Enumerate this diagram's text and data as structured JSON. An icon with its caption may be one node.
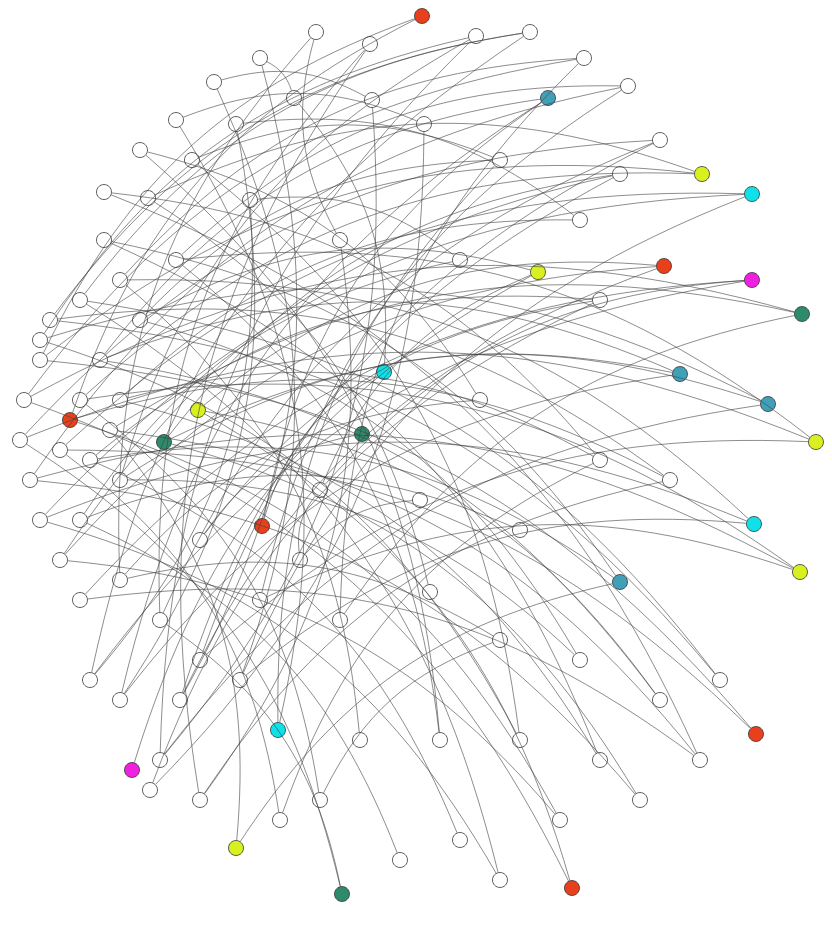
{
  "diagram": {
    "nodes": [
      {
        "text": [],
        "shape": "circle"
      },
      {
        "text": [],
        "shape": "circle"
      },
      {
        "text": [],
        "shape": "circle"
      },
      {
        "text": [],
        "shape": "circle"
      },
      {
        "text": [],
        "shape": "circle"
      },
      {
        "text": [],
        "shape": "circle"
      },
      {
        "text": [],
        "shape": "circle"
      },
      {
        "text": [],
        "shape": "circle"
      },
      {
        "text": [],
        "shape": "circle"
      },
      {
        "text": [],
        "shape": "circle"
      },
      {
        "text": [],
        "shape": "circle"
      },
      {
        "text": [],
        "shape": "circle"
      },
      {
        "text": [],
        "shape": "circle"
      },
      {
        "text": [],
        "shape": "circle"
      },
      {
        "text": [],
        "shape": "circle"
      },
      {
        "text": [],
        "shape": "circle"
      },
      {
        "text": [],
        "shape": "circle"
      },
      {
        "text": [],
        "shape": "circle"
      },
      {
        "text": [],
        "shape": "circle"
      },
      {
        "text": [],
        "shape": "circle"
      },
      {
        "text": [],
        "shape": "circle"
      },
      {
        "text": [],
        "shape": "circle"
      },
      {
        "text": [],
        "shape": "circle"
      },
      {
        "text": [],
        "shape": "circle"
      },
      {
        "text": [],
        "shape": "circle"
      },
      {
        "text": [],
        "shape": "circle"
      },
      {
        "text": [],
        "shape": "circle"
      },
      {
        "text": [],
        "shape": "circle"
      },
      {
        "text": [],
        "shape": "circle"
      },
      {
        "text": [],
        "shape": "circle"
      },
      {
        "text": [],
        "shape": "circle"
      },
      {
        "text": [],
        "shape": "circle"
      },
      {
        "text": [],
        "shape": "circle"
      },
      {
        "text": [],
        "shape": "circle"
      },
      {
        "text": [],
        "shape": "circle"
      },
      {
        "text": [],
        "shape": "circle"
      },
      {
        "text": [],
        "shape": "circle"
      },
      {
        "text": [],
        "shape": "circle"
      },
      {
        "text": [],
        "shape": "circle"
      },
      {
        "text": [],
        "shape": "circle"
      },
      {
        "text": [],
        "shape": "circle"
      },
      {
        "text": [],
        "shape": "circle"
      },
      {
        "text": [],
        "shape": "circle"
      },
      {
        "text": [],
        "shape": "circle"
      },
      {
        "text": [],
        "shape": "circle"
      },
      {
        "text": [],
        "shape": "circle"
      },
      {
        "text": [],
        "shape": "circle"
      },
      {
        "text": [],
        "shape": "circle"
      },
      {
        "text": [],
        "shape": "circle"
      },
      {
        "text": [],
        "shape": "circle"
      },
      {
        "text": [],
        "shape": "circle"
      },
      {
        "text": [],
        "shape": "circle"
      },
      {
        "text": [],
        "shape": "circle"
      },
      {
        "text": [],
        "shape": "circle"
      },
      {
        "text": [],
        "shape": "circle"
      },
      {
        "text": [],
        "shape": "circle"
      },
      {
        "text": [],
        "shape": "circle"
      },
      {
        "text": [],
        "shape": "circle"
      },
      {
        "text": [],
        "shape": "circle"
      },
      {
        "text": [],
        "shape": "circle"
      },
      {
        "text": [],
        "shape": "circle"
      },
      {
        "text": [],
        "shape": "circle"
      },
      {
        "text": [],
        "shape": "circle"
      },
      {
        "text": [],
        "shape": "circle"
      },
      {
        "text": [],
        "shape": "circle"
      },
      {
        "text": [],
        "shape": "circle"
      },
      {
        "text": [],
        "shape": "circle"
      },
      {
        "text": [],
        "shape": "circle"
      },
      {
        "text": [],
        "shape": "circle"
      },
      {
        "text": [],
        "shape": "circle"
      },
      {
        "text": [],
        "shape": "circle"
      },
      {
        "text": [],
        "shape": "circle"
      },
      {
        "text": [],
        "shape": "circle"
      },
      {
        "text": [],
        "shape": "circle"
      },
      {
        "text": [],
        "shape": "circle"
      },
      {
        "text": [],
        "shape": "circle"
      },
      {
        "text": [],
        "shape": "circle"
      },
      {
        "text": [],
        "shape": "circle"
      },
      {
        "text": [],
        "shape": "circle"
      },
      {
        "text": [],
        "shape": "circle"
      },
      {
        "text": [],
        "shape": "circle"
      },
      {
        "text": [],
        "shape": "circle"
      },
      {
        "text": [],
        "shape": "circle"
      },
      {
        "text": [],
        "shape": "circle"
      },
      {
        "text": [],
        "shape": "circle"
      },
      {
        "text": [],
        "shape": "circle"
      },
      {
        "text": [],
        "shape": "circle"
      },
      {
        "text": [],
        "shape": "circle"
      },
      {
        "text": [],
        "shape": "circle"
      },
      {
        "text": [],
        "shape": "circle"
      },
      {
        "text": [],
        "shape": "circle"
      },
      {
        "text": [],
        "shape": "circle"
      },
      {
        "text": [],
        "shape": "circle"
      },
      {
        "text": [],
        "shape": "circle"
      },
      {
        "text": [],
        "shape": "circle"
      },
      {
        "text": [],
        "shape": "circle"
      },
      {
        "text": [],
        "shape": "circle"
      },
      {
        "text": [],
        "shape": "circle"
      },
      {
        "text": [],
        "shape": "circle"
      },
      {
        "text": [],
        "shape": "circle"
      },
      {
        "text": [],
        "shape": "circle"
      },
      {
        "text": [],
        "shape": "circle"
      },
      {
        "text": [],
        "shape": "circle"
      },
      {
        "text": [],
        "shape": "circle"
      },
      {
        "text": [],
        "shape": "circle"
      },
      {
        "text": [],
        "shape": "circle"
      },
      {
        "text": [],
        "shape": "circle"
      },
      {
        "text": [],
        "shape": "circle"
      },
      {
        "text": [],
        "shape": "circle"
      },
      {
        "text": [],
        "shape": "circle"
      }
    ],
    "edges": [
      {
        "from": 57,
        "to": 2,
        "arrow": "none"
      },
      {
        "from": 57,
        "to": 14,
        "arrow": "none"
      },
      {
        "from": 57,
        "to": 81,
        "arrow": "none"
      },
      {
        "from": 58,
        "to": 5,
        "arrow": "none"
      },
      {
        "from": 58,
        "to": 29,
        "arrow": "none"
      },
      {
        "from": 58,
        "to": 85,
        "arrow": "none"
      },
      {
        "from": 59,
        "to": 13,
        "arrow": "none"
      },
      {
        "from": 59,
        "to": 39,
        "arrow": "none"
      },
      {
        "from": 59,
        "to": 89,
        "arrow": "none"
      },
      {
        "from": 60,
        "to": 7,
        "arrow": "none"
      },
      {
        "from": 60,
        "to": 49,
        "arrow": "none"
      },
      {
        "from": 60,
        "to": 83,
        "arrow": "none"
      },
      {
        "from": 61,
        "to": 15,
        "arrow": "none"
      },
      {
        "from": 61,
        "to": 48,
        "arrow": "none"
      },
      {
        "from": 61,
        "to": 86,
        "arrow": "none"
      },
      {
        "from": 62,
        "to": 16,
        "arrow": "none"
      },
      {
        "from": 62,
        "to": 27,
        "arrow": "none"
      },
      {
        "from": 62,
        "to": 84,
        "arrow": "none"
      },
      {
        "from": 63,
        "to": 28,
        "arrow": "none"
      },
      {
        "from": 63,
        "to": 82,
        "arrow": "none"
      },
      {
        "from": 64,
        "to": 3,
        "arrow": "none"
      },
      {
        "from": 64,
        "to": 38,
        "arrow": "none"
      },
      {
        "from": 64,
        "to": 102,
        "arrow": "none"
      },
      {
        "from": 65,
        "to": 4,
        "arrow": "none"
      },
      {
        "from": 65,
        "to": 47,
        "arrow": "none"
      },
      {
        "from": 65,
        "to": 80,
        "arrow": "none"
      },
      {
        "from": 66,
        "to": 6,
        "arrow": "none"
      },
      {
        "from": 66,
        "to": 37,
        "arrow": "none"
      },
      {
        "from": 66,
        "to": 79,
        "arrow": "none"
      },
      {
        "from": 67,
        "to": 17,
        "arrow": "none"
      },
      {
        "from": 67,
        "to": 26,
        "arrow": "none"
      },
      {
        "from": 67,
        "to": 78,
        "arrow": "none"
      },
      {
        "from": 68,
        "to": 25,
        "arrow": "none"
      },
      {
        "from": 68,
        "to": 46,
        "arrow": "none"
      },
      {
        "from": 68,
        "to": 103,
        "arrow": "none"
      },
      {
        "from": 69,
        "to": 30,
        "arrow": "none"
      },
      {
        "from": 69,
        "to": 50,
        "arrow": "none"
      },
      {
        "from": 69,
        "to": 87,
        "arrow": "none"
      },
      {
        "from": 70,
        "to": 31,
        "arrow": "none"
      },
      {
        "from": 70,
        "to": 51,
        "arrow": "none"
      },
      {
        "from": 70,
        "to": 88,
        "arrow": "none"
      },
      {
        "from": 71,
        "to": 45,
        "arrow": "none"
      },
      {
        "from": 71,
        "to": 77,
        "arrow": "none"
      },
      {
        "from": 71,
        "to": 0,
        "arrow": "none"
      },
      {
        "from": 72,
        "to": 1,
        "arrow": "none"
      },
      {
        "from": 72,
        "to": 13,
        "arrow": "none"
      },
      {
        "from": 72,
        "to": 89,
        "arrow": "none"
      },
      {
        "from": 107,
        "to": 14,
        "arrow": "none"
      },
      {
        "from": 107,
        "to": 49,
        "arrow": "none"
      },
      {
        "from": 107,
        "to": 90,
        "arrow": "none"
      },
      {
        "from": 108,
        "to": 15,
        "arrow": "none"
      },
      {
        "from": 108,
        "to": 81,
        "arrow": "none"
      },
      {
        "from": 108,
        "to": 91,
        "arrow": "none"
      },
      {
        "from": 109,
        "to": 29,
        "arrow": "none"
      },
      {
        "from": 109,
        "to": 82,
        "arrow": "none"
      },
      {
        "from": 109,
        "to": 92,
        "arrow": "none"
      },
      {
        "from": 34,
        "to": 7,
        "arrow": "none"
      },
      {
        "from": 34,
        "to": 39,
        "arrow": "none"
      },
      {
        "from": 34,
        "to": 101,
        "arrow": "none"
      },
      {
        "from": 35,
        "to": 5,
        "arrow": "none"
      },
      {
        "from": 35,
        "to": 48,
        "arrow": "none"
      },
      {
        "from": 35,
        "to": 100,
        "arrow": "none"
      },
      {
        "from": 36,
        "to": 4,
        "arrow": "none"
      },
      {
        "from": 36,
        "to": 80,
        "arrow": "none"
      },
      {
        "from": 36,
        "to": 86,
        "arrow": "none"
      },
      {
        "from": 42,
        "to": 27,
        "arrow": "none"
      },
      {
        "from": 42,
        "to": 79,
        "arrow": "none"
      },
      {
        "from": 42,
        "to": 85,
        "arrow": "none"
      },
      {
        "from": 43,
        "to": 16,
        "arrow": "none"
      },
      {
        "from": 43,
        "to": 38,
        "arrow": "none"
      },
      {
        "from": 43,
        "to": 83,
        "arrow": "none"
      },
      {
        "from": 44,
        "to": 2,
        "arrow": "none"
      },
      {
        "from": 44,
        "to": 47,
        "arrow": "none"
      },
      {
        "from": 44,
        "to": 84,
        "arrow": "none"
      },
      {
        "from": 53,
        "to": 28,
        "arrow": "none"
      },
      {
        "from": 53,
        "to": 26,
        "arrow": "none"
      },
      {
        "from": 54,
        "to": 40,
        "arrow": "none"
      },
      {
        "from": 54,
        "to": 6,
        "arrow": "none"
      },
      {
        "from": 55,
        "to": 41,
        "arrow": "none"
      },
      {
        "from": 55,
        "to": 30,
        "arrow": "none"
      },
      {
        "from": 56,
        "to": 37,
        "arrow": "none"
      },
      {
        "from": 56,
        "to": 78,
        "arrow": "none"
      },
      {
        "from": 56,
        "to": 3,
        "arrow": "none"
      },
      {
        "from": 12,
        "to": 46,
        "arrow": "none"
      },
      {
        "from": 12,
        "to": 82,
        "arrow": "none"
      },
      {
        "from": 24,
        "to": 50,
        "arrow": "none"
      },
      {
        "from": 24,
        "to": 103,
        "arrow": "none"
      },
      {
        "from": 23,
        "to": 76,
        "arrow": "none"
      },
      {
        "from": 23,
        "to": 14,
        "arrow": "none"
      },
      {
        "from": 22,
        "to": 17,
        "arrow": "none"
      },
      {
        "from": 22,
        "to": 102,
        "arrow": "none"
      },
      {
        "from": 11,
        "to": 45,
        "arrow": "none"
      },
      {
        "from": 11,
        "to": 101,
        "arrow": "none"
      },
      {
        "from": 10,
        "to": 18,
        "arrow": "none"
      },
      {
        "from": 10,
        "to": 99,
        "arrow": "none"
      },
      {
        "from": 9,
        "to": 19,
        "arrow": "none"
      },
      {
        "from": 9,
        "to": 104,
        "arrow": "none"
      },
      {
        "from": 8,
        "to": 20,
        "arrow": "none"
      },
      {
        "from": 8,
        "to": 105,
        "arrow": "none"
      },
      {
        "from": 21,
        "to": 25,
        "arrow": "none"
      },
      {
        "from": 21,
        "to": 97,
        "arrow": "none"
      },
      {
        "from": 33,
        "to": 31,
        "arrow": "none"
      },
      {
        "from": 33,
        "to": 98,
        "arrow": "none"
      },
      {
        "from": 32,
        "to": 0,
        "arrow": "none"
      },
      {
        "from": 32,
        "to": 93,
        "arrow": "none"
      },
      {
        "from": 20,
        "to": 40,
        "arrow": "none"
      },
      {
        "from": 19,
        "to": 94,
        "arrow": "none"
      },
      {
        "from": 18,
        "to": 96,
        "arrow": "none"
      },
      {
        "from": 73,
        "to": 13,
        "arrow": "none"
      },
      {
        "from": 73,
        "to": 39,
        "arrow": "none"
      },
      {
        "from": 74,
        "to": 7,
        "arrow": "none"
      },
      {
        "from": 74,
        "to": 49,
        "arrow": "none"
      },
      {
        "from": 75,
        "to": 5,
        "arrow": "none"
      },
      {
        "from": 75,
        "to": 29,
        "arrow": "none"
      },
      {
        "from": 104,
        "to": 15,
        "arrow": "none"
      },
      {
        "from": 104,
        "to": 48,
        "arrow": "none"
      },
      {
        "from": 105,
        "to": 16,
        "arrow": "none"
      },
      {
        "from": 105,
        "to": 27,
        "arrow": "none"
      },
      {
        "from": 97,
        "to": 6,
        "arrow": "none"
      },
      {
        "from": 97,
        "to": 37,
        "arrow": "none"
      },
      {
        "from": 98,
        "to": 4,
        "arrow": "none"
      },
      {
        "from": 98,
        "to": 28,
        "arrow": "none"
      },
      {
        "from": 94,
        "to": 3,
        "arrow": "none"
      },
      {
        "from": 94,
        "to": 38,
        "arrow": "none"
      },
      {
        "from": 93,
        "to": 1,
        "arrow": "none"
      },
      {
        "from": 93,
        "to": 47,
        "arrow": "none"
      },
      {
        "from": 106,
        "to": 52,
        "arrow": "none"
      },
      {
        "from": 106,
        "to": 53,
        "arrow": "none"
      },
      {
        "from": 99,
        "to": 17,
        "arrow": "none"
      },
      {
        "from": 95,
        "to": 26,
        "arrow": "none"
      },
      {
        "from": 96,
        "to": 30,
        "arrow": "none"
      },
      {
        "from": 92,
        "to": 50,
        "arrow": "none"
      },
      {
        "from": 90,
        "to": 77,
        "arrow": "none"
      },
      {
        "from": 91,
        "to": 46,
        "arrow": "none"
      }
    ]
  }
}
